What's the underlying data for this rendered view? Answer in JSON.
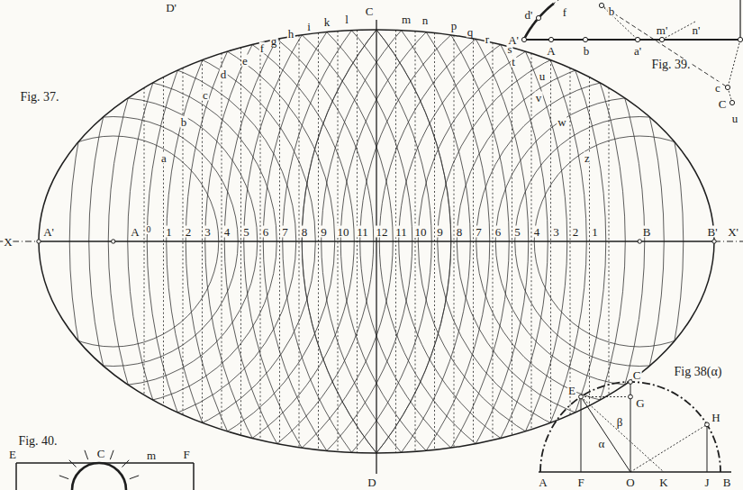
{
  "diagram": {
    "labels": [
      "D'",
      "C",
      "Fig. 37.",
      "X",
      "A'",
      "A",
      "0",
      "1",
      "2",
      "3",
      "4",
      "5",
      "6",
      "7",
      "8",
      "9",
      "10",
      "11",
      "12",
      "11",
      "10",
      "9",
      "8",
      "7",
      "6",
      "5",
      "4",
      "3",
      "2",
      "1",
      "B",
      "B'",
      "X'",
      "a",
      "b",
      "c",
      "d",
      "e",
      "f",
      "g",
      "h",
      "i",
      "k",
      "l",
      "m",
      "n",
      "p",
      "q",
      "r",
      "s",
      "t",
      "u",
      "v",
      "w",
      "z",
      "D",
      "Fig. 39.",
      "d'",
      "f",
      "b",
      "A'",
      "A",
      "b",
      "m'",
      "a'",
      "n'",
      "c",
      "C",
      "u",
      "Fig 38(α)",
      "E",
      "C",
      "G",
      "H",
      "β",
      "α",
      "A",
      "F",
      "O",
      "K",
      "J",
      "B",
      "Fig. 40.",
      "E",
      "C",
      "m",
      "F"
    ]
  }
}
